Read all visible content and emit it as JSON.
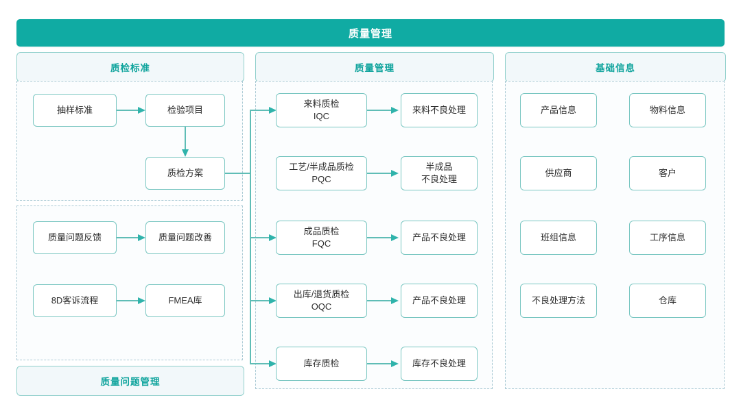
{
  "header": {
    "title": "质量管理"
  },
  "columns": {
    "left": {
      "title": "质检标准",
      "bottom_title": "质量问题管理",
      "standards_nodes": [
        {
          "label": "抽样标准"
        },
        {
          "label": "检验项目"
        },
        {
          "label": "质检方案"
        }
      ],
      "issue_nodes": [
        {
          "label": "质量问题反馈"
        },
        {
          "label": "质量问题改善"
        },
        {
          "label": "8D客诉流程"
        },
        {
          "label": "FMEA库"
        }
      ]
    },
    "middle": {
      "title": "质量管理",
      "rows": [
        {
          "inspection": "来料质检\nIQC",
          "handling": "来料不良处理",
          "has_inbound_arrow": true
        },
        {
          "inspection": "工艺/半成品质检\nPQC",
          "handling": "半成品\n不良处理",
          "has_inbound_arrow": false
        },
        {
          "inspection": "成品质检\nFQC",
          "handling": "产品不良处理",
          "has_inbound_arrow": true
        },
        {
          "inspection": "出库/退货质检\nOQC",
          "handling": "产品不良处理",
          "has_inbound_arrow": true
        },
        {
          "inspection": "库存质检",
          "handling": "库存不良处理",
          "has_inbound_arrow": true
        }
      ]
    },
    "right": {
      "title": "基础信息",
      "nodes": [
        {
          "label": "产品信息"
        },
        {
          "label": "物料信息"
        },
        {
          "label": "供应商"
        },
        {
          "label": "客户"
        },
        {
          "label": "班组信息"
        },
        {
          "label": "工序信息"
        },
        {
          "label": "不良处理方法"
        },
        {
          "label": "仓库"
        }
      ]
    }
  },
  "colors": {
    "brand_teal": "#10ABA3",
    "node_border": "#79C6C1",
    "connector": "#5FBDB6",
    "arrow": "#2FB3AB",
    "panel_dash": "#A9C9D4",
    "chip_bg": "#F2F8FA",
    "text_dark": "#2b2b2b"
  }
}
